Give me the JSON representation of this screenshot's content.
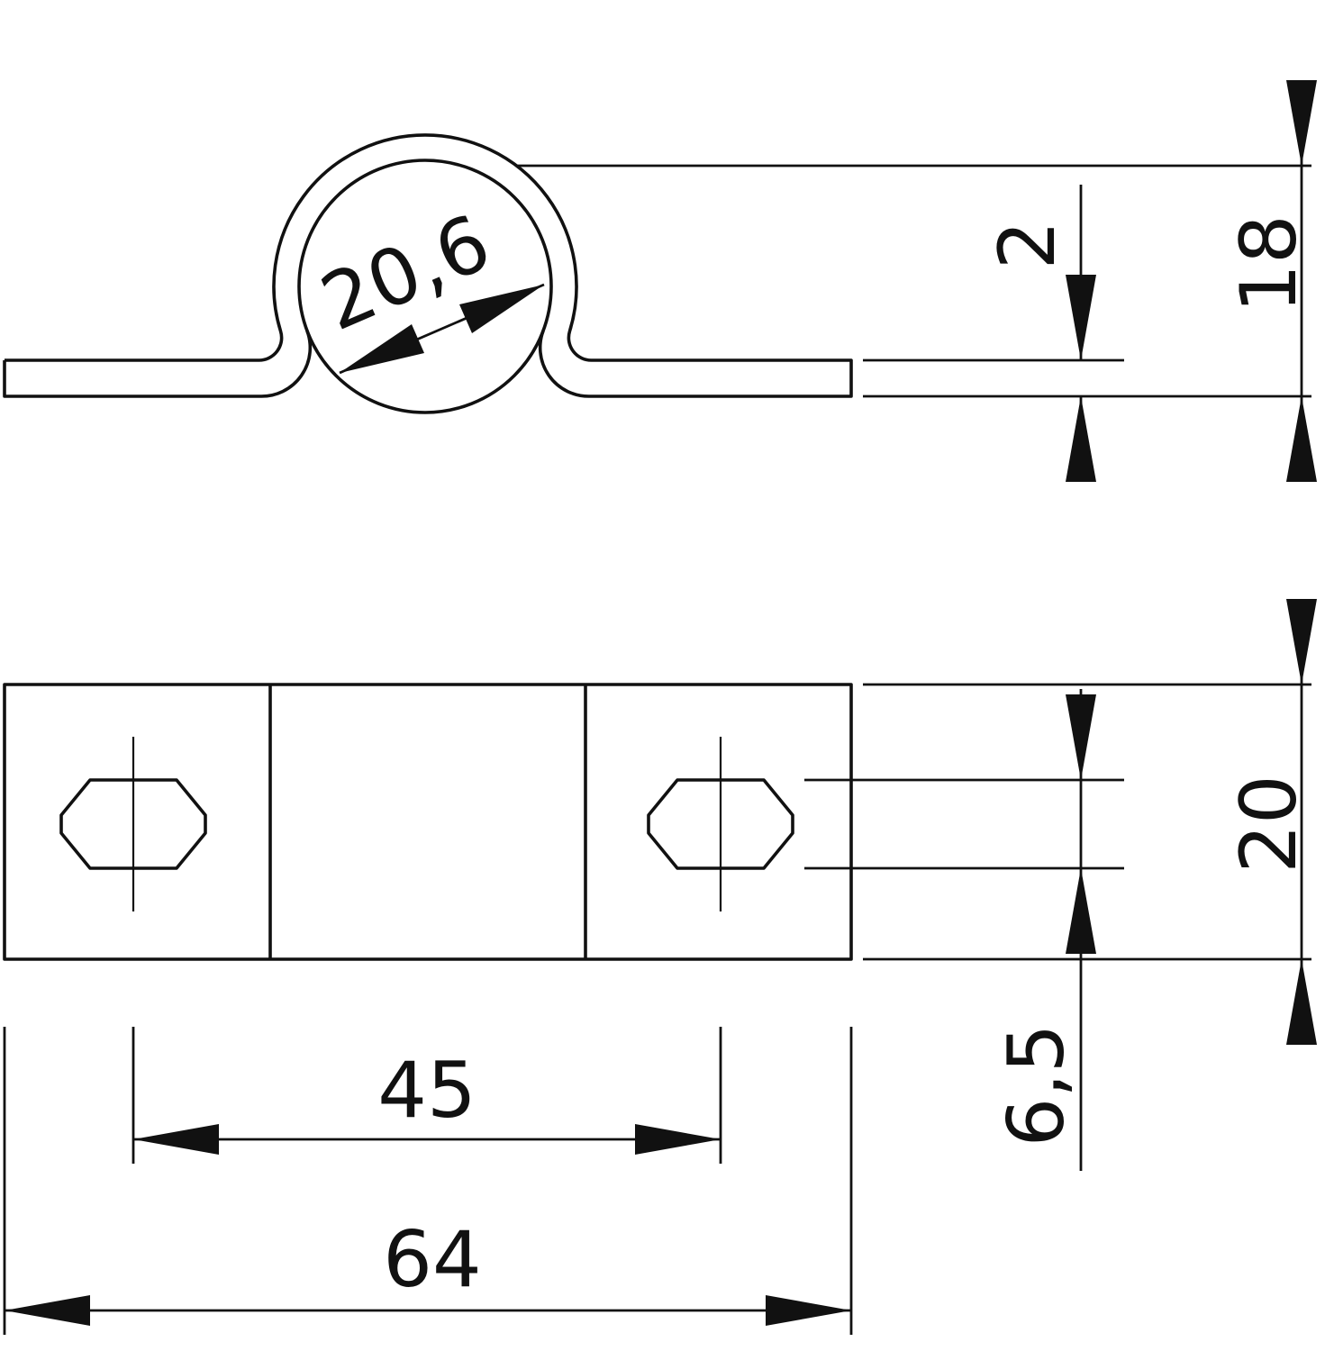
{
  "drawing": {
    "type": "technical-dimension-drawing",
    "views": {
      "front_view": "saddle clamp profile with pipe bore",
      "top_view": "mounting strip with two slotted holes"
    },
    "labels": {
      "bore_diameter": "20,6",
      "material_thickness": "2",
      "clamp_height": "18",
      "strip_width": "20",
      "slot_width": "6,5",
      "hole_spacing": "45",
      "overall_length": "64"
    },
    "colors": {
      "line": "#111111",
      "background": "#ffffff"
    }
  }
}
